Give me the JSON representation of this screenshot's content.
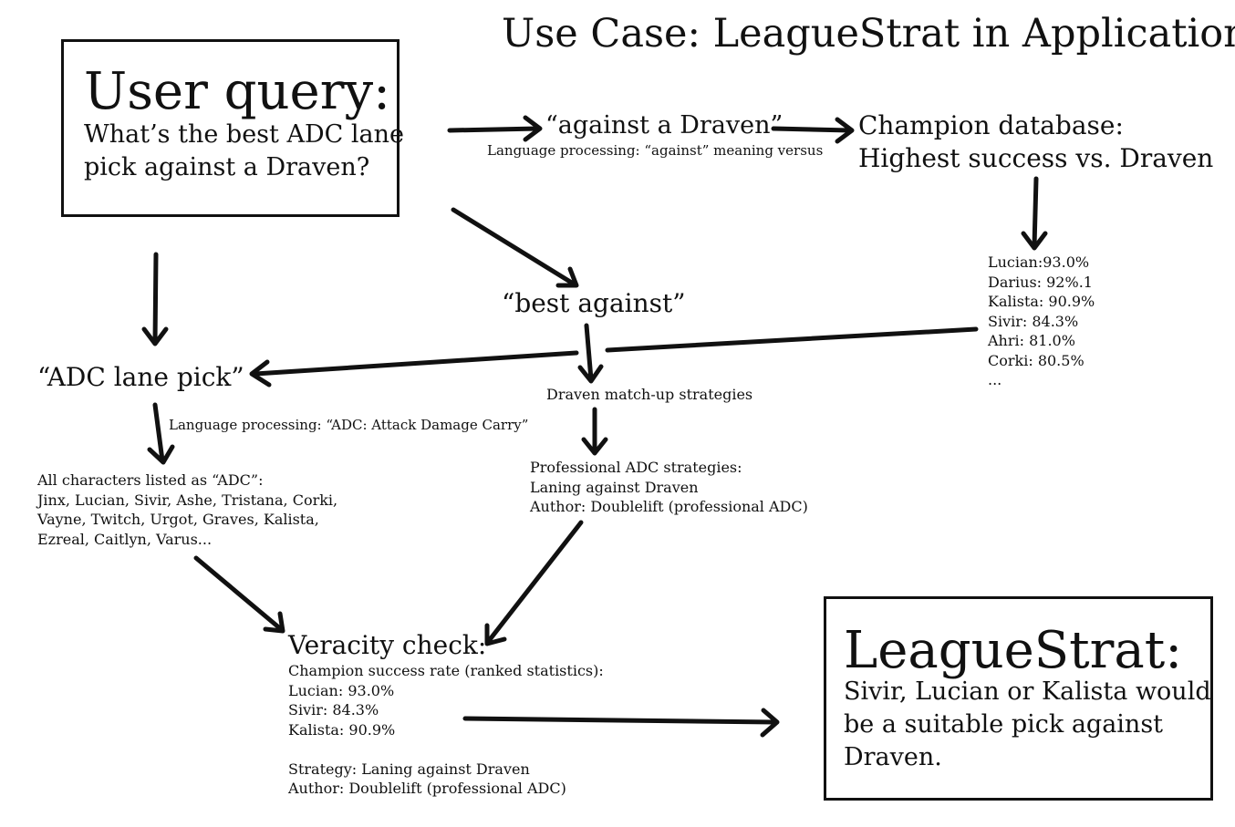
{
  "title": "Use Case: LeagueStrat in Application",
  "user_query": {
    "heading": "User query:",
    "lines": [
      "What’s the best ADC lane",
      "pick against a Draven?"
    ]
  },
  "against_draven": {
    "label": "“against a Draven”",
    "note": "Language processing: “against” meaning versus"
  },
  "champion_db": {
    "lines": [
      "Champion database:",
      "Highest success vs. Draven"
    ]
  },
  "champion_stats": [
    "Lucian:93.0%",
    "Darius: 92%.1",
    "Kalista: 90.9%",
    "Sivir: 84.3%",
    "Ahri: 81.0%",
    "Corki: 80.5%",
    "..."
  ],
  "best_against": "“best against”",
  "adc_lane_pick": "“ADC lane pick”",
  "adc_note": "Language processing: “ADC: Attack Damage Carry”",
  "draven_matchup": "Draven match-up strategies",
  "adc_characters": {
    "lines": [
      "All characters listed as “ADC”:",
      "Jinx, Lucian, Sivir, Ashe, Tristana, Corki,",
      "Vayne, Twitch, Urgot, Graves, Kalista,",
      "Ezreal, Caitlyn, Varus..."
    ]
  },
  "pro_strategies": {
    "lines": [
      "Professional ADC strategies:",
      "Laning against Draven",
      "Author: Doublelift (professional ADC)"
    ]
  },
  "veracity": {
    "heading": "Veracity check:",
    "lines": [
      "Champion success rate (ranked statistics):",
      "Lucian: 93.0%",
      "Sivir: 84.3%",
      "Kalista: 90.9%",
      "",
      "Strategy: Laning against Draven",
      "Author: Doublelift (professional ADC)"
    ]
  },
  "result": {
    "heading": "LeagueStrat:",
    "lines": [
      "Sivir, Lucian or Kalista would",
      "be a suitable pick against",
      "Draven."
    ]
  }
}
